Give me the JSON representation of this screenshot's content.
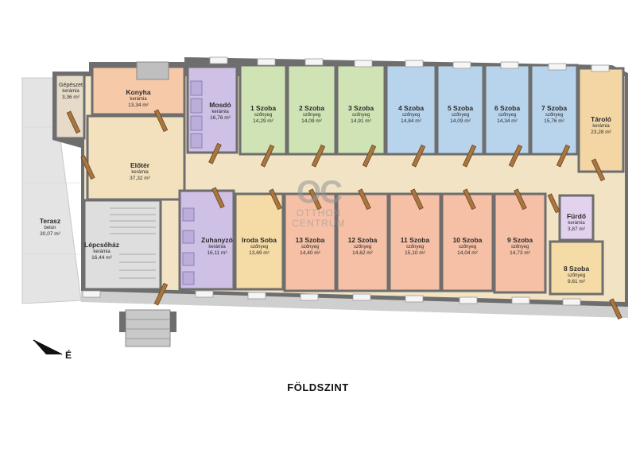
{
  "floor_title": "FÖLDSZINT",
  "north_label": "É",
  "watermark": {
    "logo": "OC",
    "line1": "OTTHON",
    "line2": "CENTRUM"
  },
  "colors": {
    "wall": "#6e6e6e",
    "corridor": "#f1e3c4",
    "kitchen": "#f6c9a8",
    "utility": "#e6dbc8",
    "lobby": "#f3e1bd",
    "washroom": "#cfc0e6",
    "green_room": "#cfe3b4",
    "blue_room": "#b8d4ec",
    "storage": "#f3d6a4",
    "salmon_room": "#f5c0a6",
    "office": "#f5dba6",
    "terrace": "#e4e4e4",
    "stairs": "#dedede",
    "bathroom": "#e3d2ee"
  },
  "rooms": [
    {
      "id": "gepeszet",
      "name": "Gépészet",
      "material": "kerámia",
      "area": "3,36 m²"
    },
    {
      "id": "konyha",
      "name": "Konyha",
      "material": "kerámia",
      "area": "13,34 m²"
    },
    {
      "id": "mosdo",
      "name": "Mosdó",
      "material": "kerámia",
      "area": "16,76 m²"
    },
    {
      "id": "szoba1",
      "name": "1 Szoba",
      "material": "szőnyeg",
      "area": "14,29 m²"
    },
    {
      "id": "szoba2",
      "name": "2 Szoba",
      "material": "szőnyeg",
      "area": "14,09 m²"
    },
    {
      "id": "szoba3",
      "name": "3 Szoba",
      "material": "szőnyeg",
      "area": "14,91 m²"
    },
    {
      "id": "szoba4",
      "name": "4 Szoba",
      "material": "szőnyeg",
      "area": "14,84 m²"
    },
    {
      "id": "szoba5",
      "name": "5 Szoba",
      "material": "szőnyeg",
      "area": "14,09 m²"
    },
    {
      "id": "szoba6",
      "name": "6 Szoba",
      "material": "szőnyeg",
      "area": "14,34 m²"
    },
    {
      "id": "szoba7",
      "name": "7 Szoba",
      "material": "szőnyeg",
      "area": "15,76 m²"
    },
    {
      "id": "tarolo",
      "name": "Tároló",
      "material": "kerámia",
      "area": "23,28 m²"
    },
    {
      "id": "eloter",
      "name": "Előtér",
      "material": "kerámia",
      "area": "37,32 m²"
    },
    {
      "id": "terasz",
      "name": "Terasz",
      "material": "beton",
      "area": "30,07 m²"
    },
    {
      "id": "lepcsohaz",
      "name": "Lépcsőház",
      "material": "kerámia",
      "area": "16,44 m²"
    },
    {
      "id": "zuhanyzo",
      "name": "Zuhanyzó",
      "material": "kerámia",
      "area": "16,11 m²"
    },
    {
      "id": "iroda",
      "name": "Iroda Soba",
      "material": "szőnyeg",
      "area": "13,69 m²"
    },
    {
      "id": "szoba13",
      "name": "13 Szoba",
      "material": "szőnyeg",
      "area": "14,40 m²"
    },
    {
      "id": "szoba12",
      "name": "12 Szoba",
      "material": "szőnyeg",
      "area": "14,62 m²"
    },
    {
      "id": "szoba11",
      "name": "11 Szoba",
      "material": "szőnyeg",
      "area": "15,10 m²"
    },
    {
      "id": "szoba10",
      "name": "10 Szoba",
      "material": "szőnyeg",
      "area": "14,04 m²"
    },
    {
      "id": "szoba9",
      "name": "9 Szoba",
      "material": "szőnyeg",
      "area": "14,73 m²"
    },
    {
      "id": "furdo",
      "name": "Fürdő",
      "material": "kerámia",
      "area": "3,87 m²"
    },
    {
      "id": "szoba8",
      "name": "8 Szoba",
      "material": "szőnyeg",
      "area": "9,61 m²"
    }
  ]
}
